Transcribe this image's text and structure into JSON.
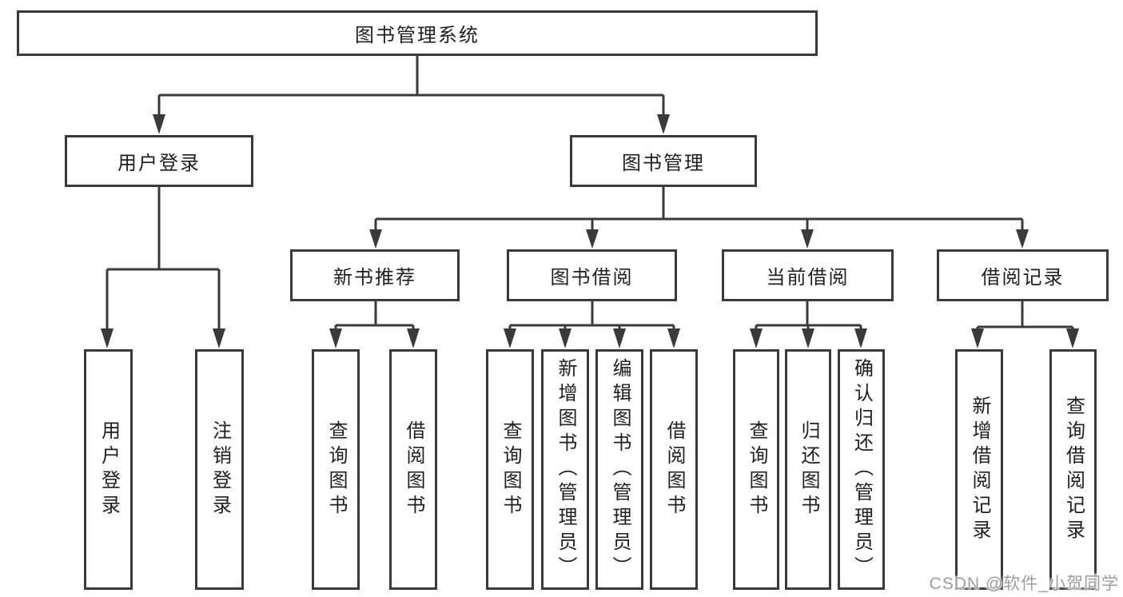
{
  "diagram": {
    "root": "图书管理系统",
    "level2": {
      "user_login": "用户登录",
      "book_mgmt": "图书管理"
    },
    "level3": {
      "new_book_rec": "新书推荐",
      "book_borrow": "图书借阅",
      "current_borrow": "当前借阅",
      "borrow_records": "借阅记录"
    },
    "leaves": {
      "user_login": "用户登录",
      "logout": "注销登录",
      "nb_query": "查询图书",
      "nb_borrow": "借阅图书",
      "bb_query": "查询图书",
      "bb_add": "新增图书（管理员）",
      "bb_edit": "编辑图书（管理员）",
      "bb_borrow": "借阅图书",
      "cb_query": "查询图书",
      "cb_return": "归还图书",
      "cb_confirm": "确认归还（管理员）",
      "br_add": "新增借阅记录",
      "br_query": "查询借阅记录"
    },
    "hierarchy": {
      "root": [
        "user_login",
        "book_mgmt"
      ],
      "user_login": [
        "leaves.user_login",
        "leaves.logout"
      ],
      "book_mgmt": [
        "new_book_rec",
        "book_borrow",
        "current_borrow",
        "borrow_records"
      ],
      "new_book_rec": [
        "leaves.nb_query",
        "leaves.nb_borrow"
      ],
      "book_borrow": [
        "leaves.bb_query",
        "leaves.bb_add",
        "leaves.bb_edit",
        "leaves.bb_borrow"
      ],
      "current_borrow": [
        "leaves.cb_query",
        "leaves.cb_return",
        "leaves.cb_confirm"
      ],
      "borrow_records": [
        "leaves.br_add",
        "leaves.br_query"
      ]
    }
  },
  "watermark": "CSDN @软件_小贺同学",
  "colors": {
    "line": "#3a3a3a",
    "text": "#1f1f1f",
    "background": "#ffffff",
    "watermark": "#9d9d9d"
  }
}
